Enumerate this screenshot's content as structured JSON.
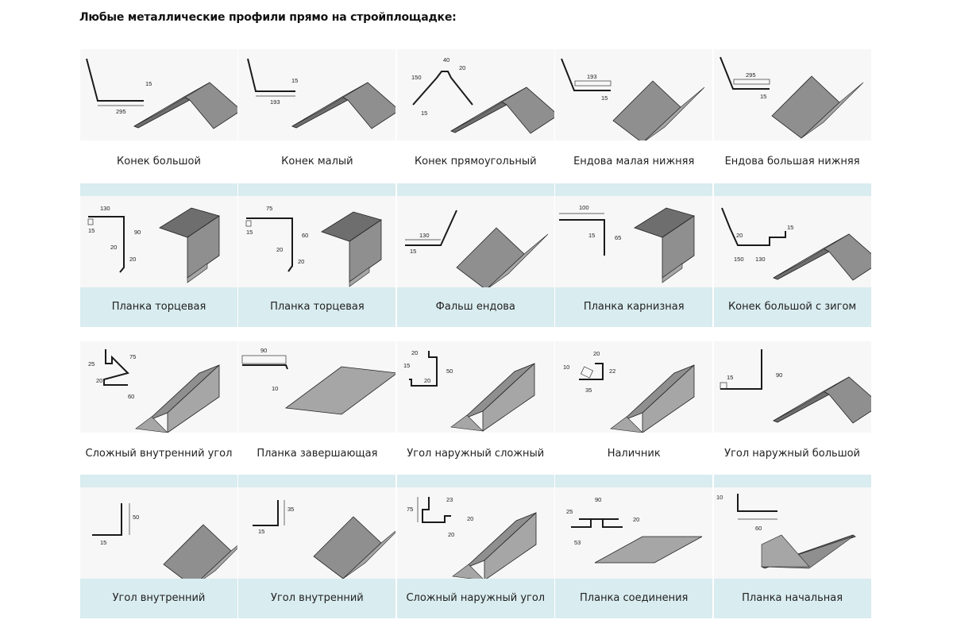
{
  "page": {
    "title": "Любые металлические профили прямо на стройплощадке:"
  },
  "rows": [
    {
      "style": "plain",
      "items": [
        {
          "name": "Конек большой",
          "dims": [
            "15",
            "295"
          ]
        },
        {
          "name": "Конек малый",
          "dims": [
            "15",
            "193"
          ]
        },
        {
          "name": "Конек прямоугольный",
          "dims": [
            "40",
            "20",
            "150",
            "15"
          ]
        },
        {
          "name": "Ендова малая нижняя",
          "dims": [
            "193",
            "15"
          ]
        },
        {
          "name": "Ендова большая нижняя",
          "dims": [
            "295",
            "15"
          ]
        }
      ]
    },
    {
      "style": "banded",
      "items": [
        {
          "name": "Планка торцевая",
          "dims": [
            "130",
            "15",
            "90",
            "20",
            "20"
          ]
        },
        {
          "name": "Планка торцевая",
          "dims": [
            "75",
            "15",
            "60",
            "20",
            "20"
          ]
        },
        {
          "name": "Фальш ендова",
          "dims": [
            "130",
            "15"
          ]
        },
        {
          "name": "Планка карнизная",
          "dims": [
            "100",
            "15",
            "65"
          ]
        },
        {
          "name": "Конек большой с зигом",
          "dims": [
            "15",
            "20",
            "150",
            "130"
          ]
        }
      ]
    },
    {
      "style": "plain",
      "items": [
        {
          "name": "Сложный внутренний угол",
          "dims": [
            "25",
            "75",
            "20",
            "60"
          ]
        },
        {
          "name": "Планка завершающая",
          "dims": [
            "90",
            "10"
          ]
        },
        {
          "name": "Угол наружный сложный",
          "dims": [
            "20",
            "15",
            "20",
            "50"
          ]
        },
        {
          "name": "Наличник",
          "dims": [
            "20",
            "10",
            "22",
            "35"
          ]
        },
        {
          "name": "Угол наружный большой",
          "dims": [
            "90",
            "15"
          ]
        }
      ]
    },
    {
      "style": "banded",
      "items": [
        {
          "name": "Угол внутренний",
          "dims": [
            "50",
            "15"
          ]
        },
        {
          "name": "Угол внутренний",
          "dims": [
            "35",
            "15"
          ]
        },
        {
          "name": "Сложный наружный угол",
          "dims": [
            "23",
            "75",
            "20",
            "20"
          ]
        },
        {
          "name": "Планка соединения",
          "dims": [
            "90",
            "25",
            "20",
            "53"
          ]
        },
        {
          "name": "Планка начальная",
          "dims": [
            "10",
            "60"
          ]
        }
      ]
    }
  ]
}
